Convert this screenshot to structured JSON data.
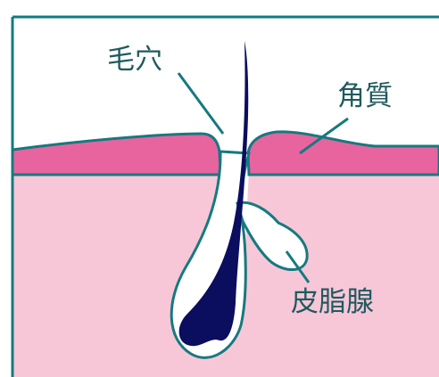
{
  "labels": {
    "pore": "毛穴",
    "stratum_corneum": "角質",
    "sebaceous_gland": "皮脂腺"
  },
  "colors": {
    "background": "#ffffff",
    "outline": "#157a80",
    "dermis": "#f7c7d8",
    "stratum_corneum": "#e8649e",
    "hair": "#0b0d5e",
    "gland": "#ffffff",
    "label_text": "#1f5a5e"
  }
}
